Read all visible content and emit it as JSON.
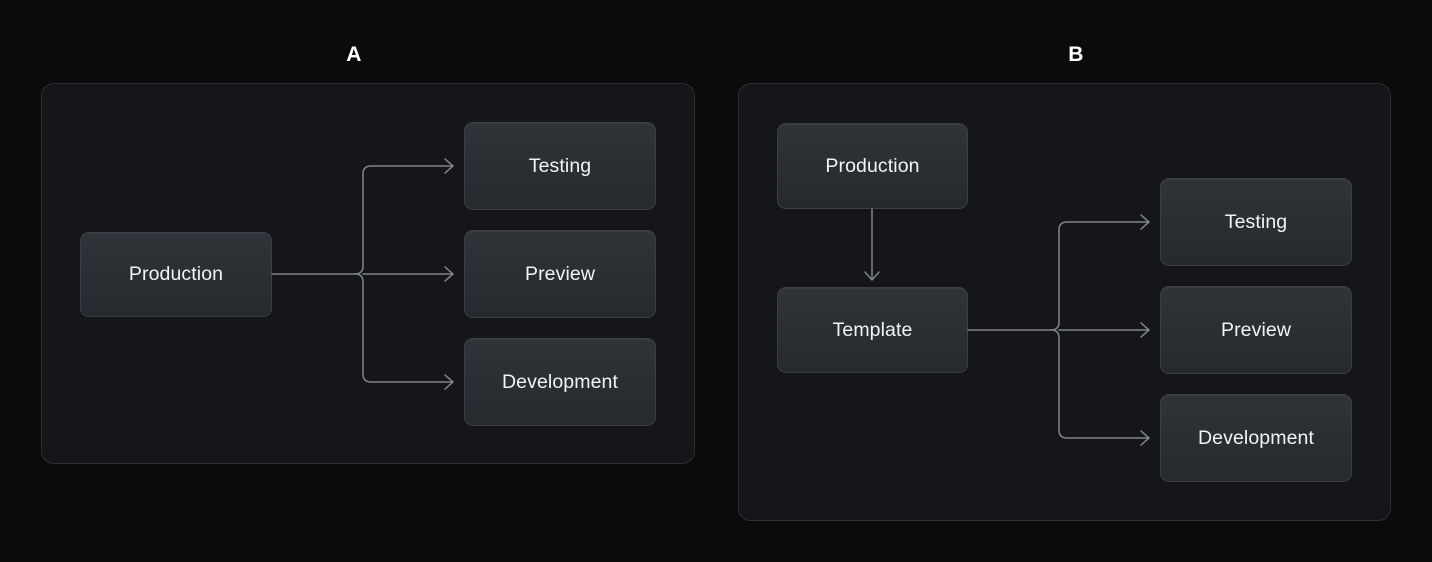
{
  "page": {
    "background_color": "#0b0b0c",
    "panel_background_color": "#141619",
    "panel_border_color": "#2b2e33",
    "node_border_color": "#3b3f45",
    "node_fill_top_color": "#303338",
    "node_fill_bottom_color": "#26292d",
    "node_text_color": "#f2f3f5",
    "connector_color": "#80848a"
  },
  "panels": [
    {
      "id": "panel-a",
      "label": "A",
      "nodes": [
        {
          "id": "a-production",
          "label": "Production"
        },
        {
          "id": "a-testing",
          "label": "Testing"
        },
        {
          "id": "a-preview",
          "label": "Preview"
        },
        {
          "id": "a-development",
          "label": "Development"
        }
      ],
      "edges": [
        {
          "from": "Production",
          "to": "Testing"
        },
        {
          "from": "Production",
          "to": "Preview"
        },
        {
          "from": "Production",
          "to": "Development"
        }
      ]
    },
    {
      "id": "panel-b",
      "label": "B",
      "nodes": [
        {
          "id": "b-production",
          "label": "Production"
        },
        {
          "id": "b-template",
          "label": "Template"
        },
        {
          "id": "b-testing",
          "label": "Testing"
        },
        {
          "id": "b-preview",
          "label": "Preview"
        },
        {
          "id": "b-development",
          "label": "Development"
        }
      ],
      "edges": [
        {
          "from": "Production",
          "to": "Template"
        },
        {
          "from": "Template",
          "to": "Testing"
        },
        {
          "from": "Template",
          "to": "Preview"
        },
        {
          "from": "Template",
          "to": "Development"
        }
      ]
    }
  ]
}
